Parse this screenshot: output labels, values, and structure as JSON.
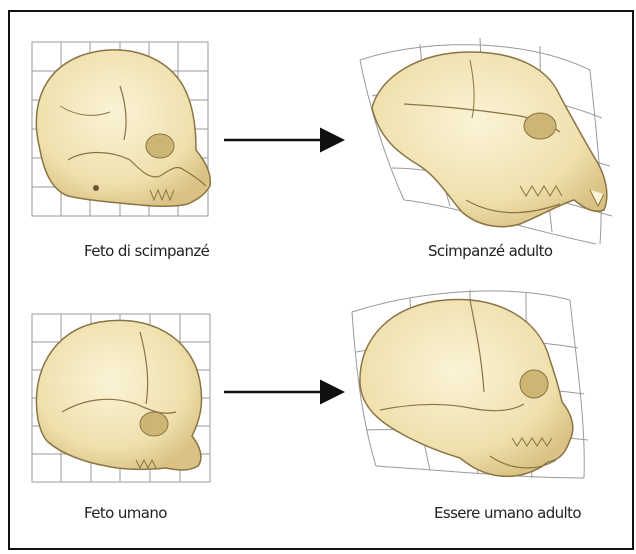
{
  "panels": [
    {
      "id": "chimp",
      "fetus_caption": "Feto di scimpanzé",
      "adult_caption": "Scimpanzé adulto"
    },
    {
      "id": "human",
      "fetus_caption": "Feto umano",
      "adult_caption": "Essere umano adulto"
    }
  ],
  "colors": {
    "frame": "#111111",
    "bone": "#f1e3b4",
    "bone_shade": "#dcc78c",
    "bone_outline": "#8a7443",
    "grid": "#9a9a9a",
    "arrow": "#111111",
    "caption": "#222222"
  }
}
